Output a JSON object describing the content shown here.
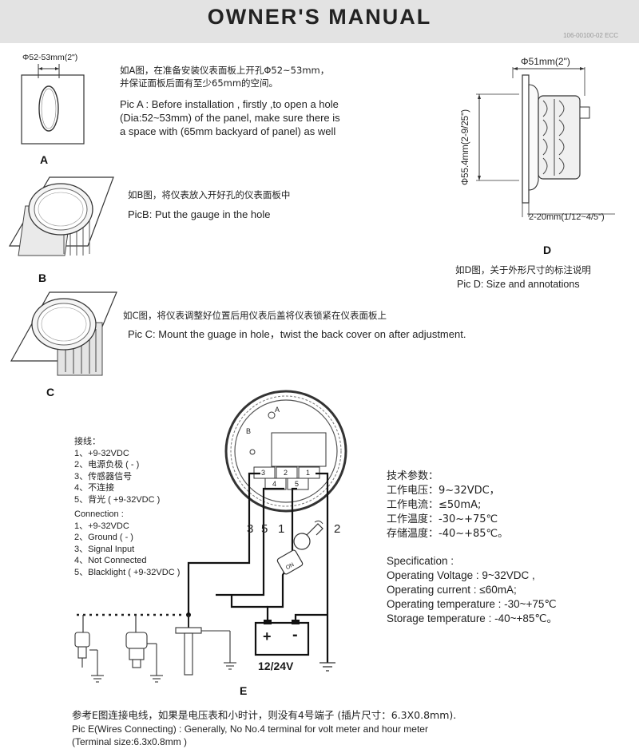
{
  "header": {
    "title": "OWNER'S  MANUAL",
    "doc_no": "106-00100-02 ECC"
  },
  "figA": {
    "dim": "Φ52-53mm(2\")",
    "label": "A",
    "cn": "如A图，在准备安装仪表面板上开孔Φ52~53mm，",
    "cn2": "并保证面板后面有至少65mm的空间。",
    "en1": "Pic A : Before installation , firstly ,to open a hole",
    "en2": "(Dia:52~53mm) of the panel, make sure there is",
    "en3": "a space with (65mm backyard of panel)  as well"
  },
  "figB": {
    "label": "B",
    "cn": "如B图，将仪表放入开好孔的仪表面板中",
    "en": "PicB: Put the gauge in the hole"
  },
  "figC": {
    "label": "C",
    "cn": "如C图，将仪表调整好位置后用仪表后盖将仪表锁紧在仪表面板上",
    "en": "Pic C: Mount the guage in hole，twist the back  cover on after adjustment."
  },
  "figD": {
    "label": "D",
    "dim_width": "Φ51mm(2\")",
    "dim_height": "Φ55.4mm(2-9/25\")",
    "dim_panel": "2-20mm(1/12~4/5\")",
    "cn": "如D图，关于外形尺寸的标注说明",
    "en": "Pic D: Size and annotations"
  },
  "wiring_cn": {
    "title": "接线：",
    "items": [
      "1、+9-32VDC",
      "2、电源负极 ( - )",
      "3、传感器信号",
      "4、不连接",
      "5、背光 ( +9-32VDC )"
    ]
  },
  "wiring_en": {
    "title": "Connection :",
    "items": [
      "1、+9-32VDC",
      "2、Ground ( - )",
      "3、Signal  Input",
      "4、Not Connected",
      "5、Blacklight ( +9-32VDC )"
    ]
  },
  "figE": {
    "label": "E",
    "gauge_letters": [
      "A",
      "B"
    ],
    "terminal_nums": [
      "3",
      "2",
      "1",
      "4",
      "5"
    ],
    "wire_labels": [
      "3",
      "5",
      "1",
      "2"
    ],
    "battery": "12/24V",
    "battery_plus": "+",
    "battery_minus": "-",
    "key_text": "ON"
  },
  "spec_cn": {
    "title": "技术参数：",
    "items": [
      "工作电压：9~32VDC，",
      "工作电流：≤50mA;",
      "工作温度：-30~+75℃",
      "存储温度：-40~+85℃。"
    ]
  },
  "spec_en": {
    "title": "Specification :",
    "items": [
      "Operating Voltage : 9~32VDC ,",
      "Operating current : ≤60mA;",
      "Operating temperature : -30~+75℃",
      "Storage temperature : -40~+85℃。"
    ]
  },
  "footer": {
    "cn": "参考E图连接电线，如果是电压表和小时计，则没有4号端子 (插片尺寸：6.3X0.8mm).",
    "en1": "Pic E(Wires Connecting) : Generally, No No.4 terminal for volt meter and hour meter",
    "en2": "(Terminal size:6.3x0.8mm )"
  }
}
